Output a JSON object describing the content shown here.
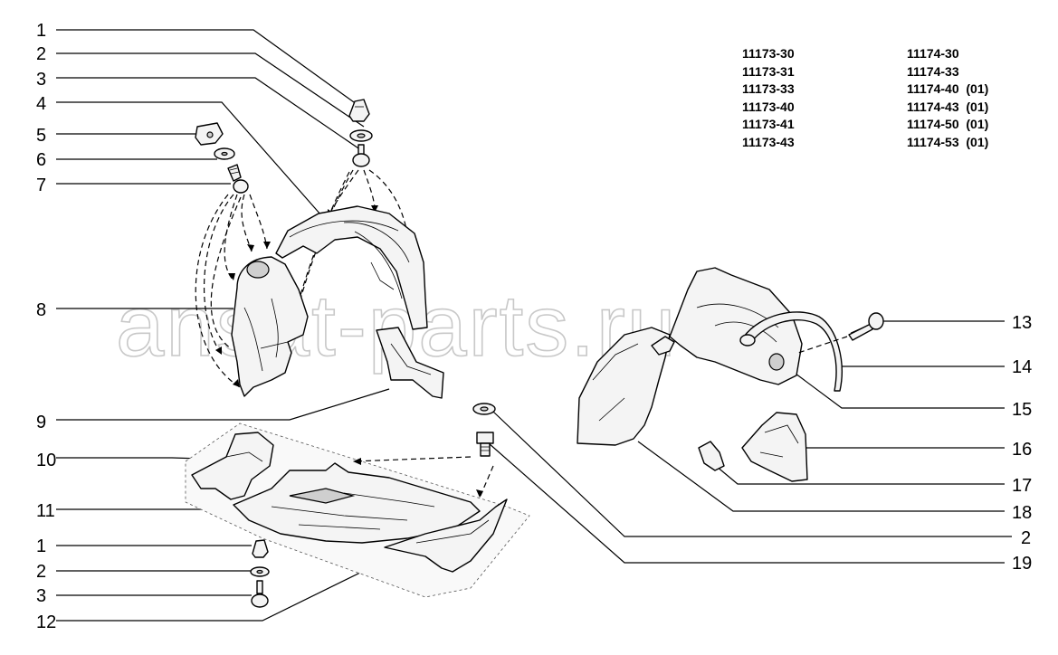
{
  "watermark": "ansat-parts.ru",
  "models": {
    "left": [
      "11173-30",
      "11173-31",
      "11173-33",
      "11173-40",
      "11173-41",
      "11173-43"
    ],
    "right": [
      "11174-30",
      "11174-33",
      "11174-40  (01)",
      "11174-43  (01)",
      "11174-50  (01)",
      "11174-53  (01)"
    ]
  },
  "callouts_left": [
    "1",
    "2",
    "3",
    "4",
    "5",
    "6",
    "7",
    "8",
    "9",
    "10",
    "11",
    "1",
    "2",
    "3",
    "12"
  ],
  "callouts_right": [
    "13",
    "14",
    "15",
    "16",
    "17",
    "18",
    "2",
    "19"
  ]
}
